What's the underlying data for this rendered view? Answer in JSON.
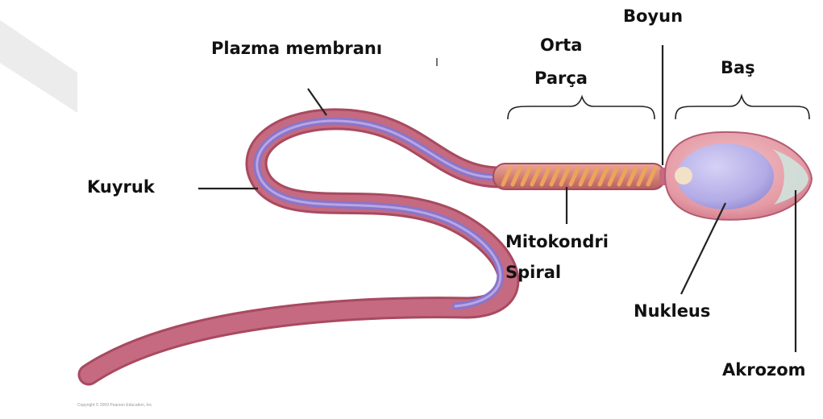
{
  "labels": {
    "plasma_membrane": "Plazma membranı",
    "tail": "Kuyruk",
    "midpiece_line1": "Orta",
    "midpiece_line2": "Parça",
    "neck": "Boyun",
    "head": "Baş",
    "mitochondria_line1": "Mitokondri",
    "mitochondria_line2": "Spiral",
    "nucleus": "Nukleus",
    "acrosome": "Akrozom"
  },
  "copyright": "Copyright © 2009 Pearson Education, Inc.",
  "colors": {
    "membrane_outer": "#a84a60",
    "membrane_fill": "#c56a80",
    "tail_core": "#8a75c9",
    "tail_highlight": "#b7a5e6",
    "midpiece_fill": "#d8887e",
    "mito_spiral": "#eea35c",
    "head_fill": "#e8a3ac",
    "nucleus_fill": "#b7b0e8",
    "acrosome_fill": "#cfe3dd",
    "leader_line": "#222222",
    "watermark": "#ececec"
  }
}
